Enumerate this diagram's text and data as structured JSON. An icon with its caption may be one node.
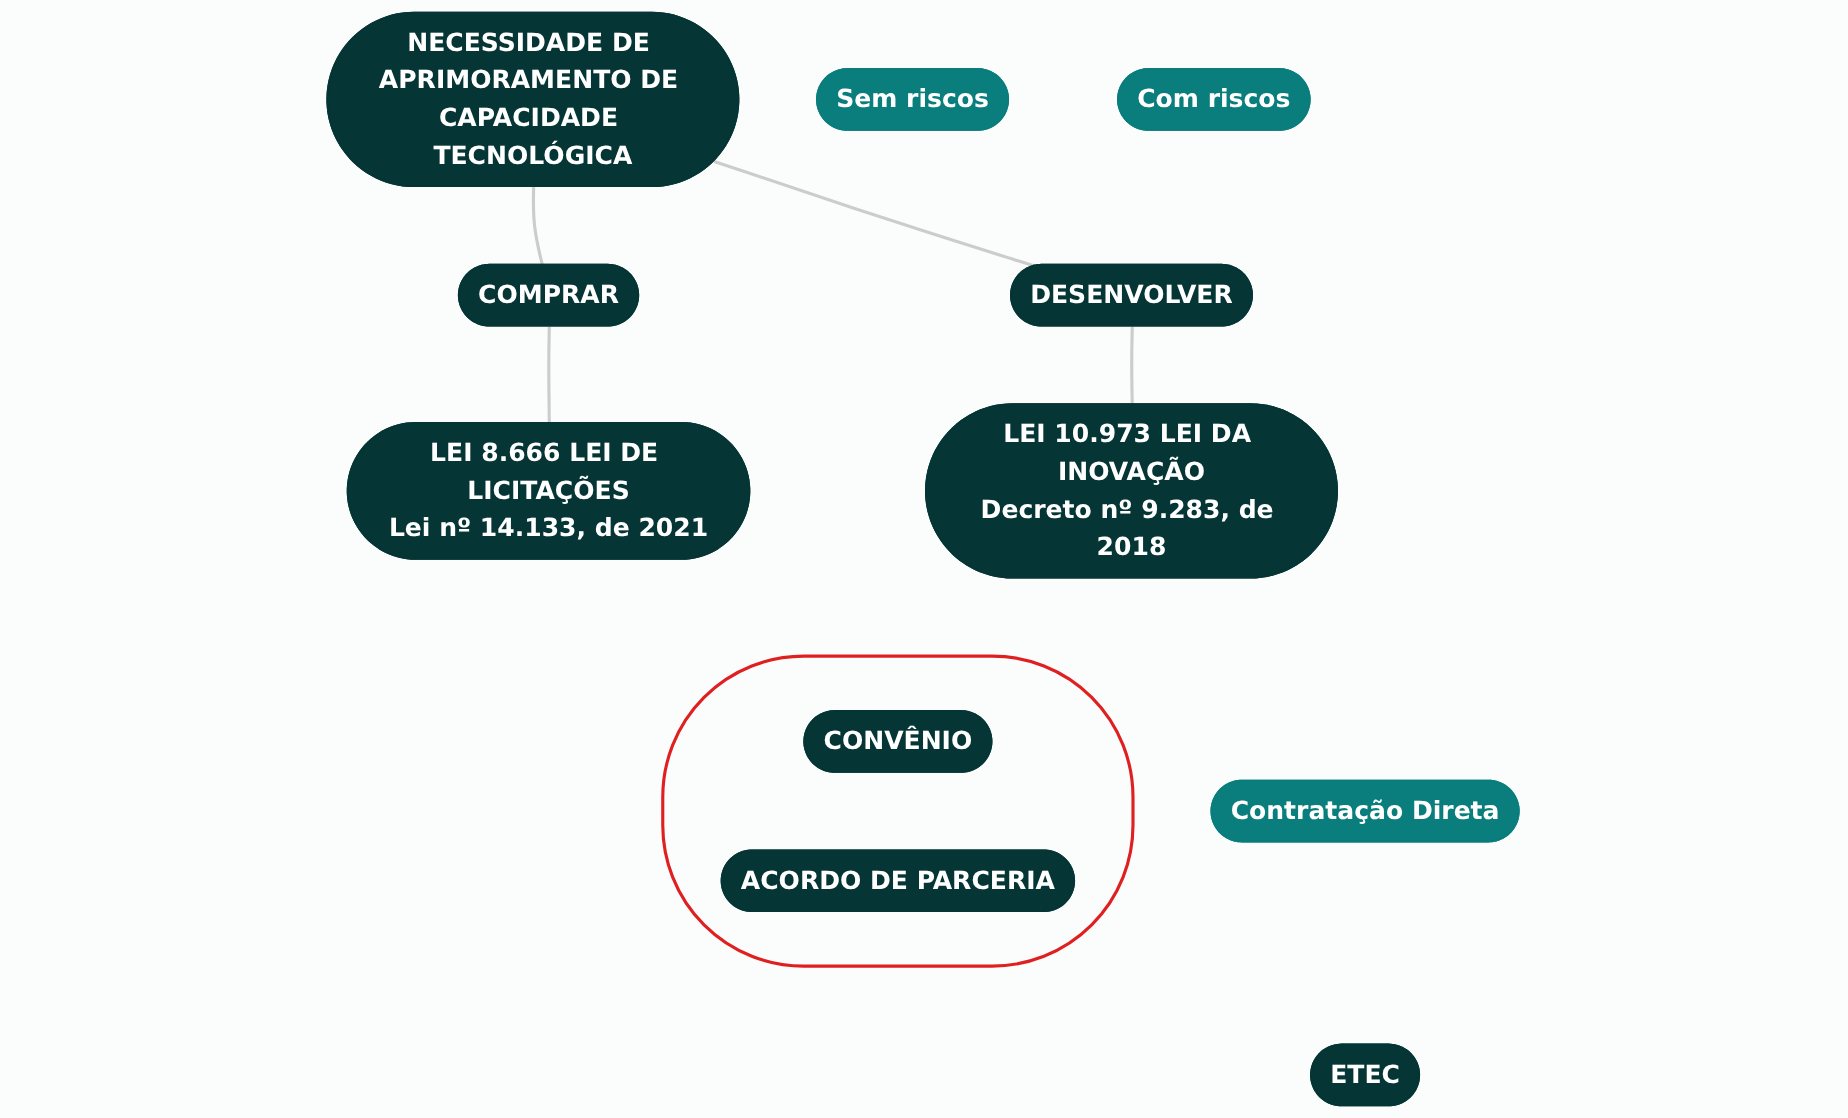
{
  "diagram": {
    "nodes": [
      {
        "text": [
          "NECESSIDADE DE APRIMORAMENTO DE CAPACIDADE TECNOLÓGICA"
        ]
      },
      {
        "text": [
          "Sem riscos"
        ]
      },
      {
        "text": [
          "Com riscos"
        ]
      },
      {
        "text": [
          "COMPRAR"
        ]
      },
      {
        "text": [
          "DESENVOLVER"
        ]
      },
      {
        "text": [
          "LEI 8.666 LEI DE LICITAÇÕES",
          "Lei nº 14.133, de 2021"
        ]
      },
      {
        "text": [
          "LEI 10.973 LEI DA INOVAÇÃO",
          "Decreto nº 9.283, de 2018"
        ]
      },
      {
        "text": [
          "Contratação Direta"
        ]
      },
      {
        "text": [
          "ETEC"
        ]
      },
      {
        "text": [],
        "shape": "ellipse"
      },
      {
        "text": [
          "CONVÊNIO"
        ],
        "in": 9
      },
      {
        "text": [
          "ACORDO DE PARCERIA"
        ],
        "in": 9
      }
    ],
    "edges": [
      {
        "from": 0,
        "to": 3,
        "arrow": "none",
        "color": "#cccccc"
      },
      {
        "from": 0,
        "to": 4,
        "arrow": "none",
        "color": "#cccccc"
      },
      {
        "from": 3,
        "to": 5,
        "arrow": "none",
        "color": "#cccccc"
      },
      {
        "from": 4,
        "to": 6,
        "arrow": "none",
        "color": "#cccccc"
      }
    ]
  }
}
